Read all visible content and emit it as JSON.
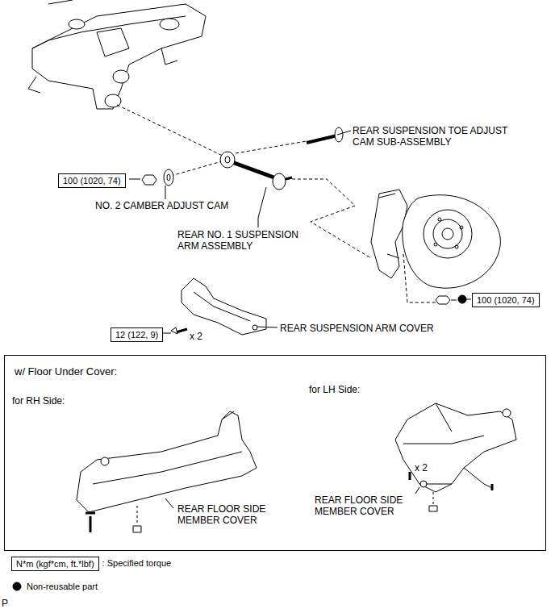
{
  "diagram": {
    "nodes": [
      {
        "text": [
          "100 (1020, 74)"
        ]
      },
      {
        "text": [
          "100 (1020, 74)"
        ]
      },
      {
        "text": [
          "12 (122, 9)"
        ]
      },
      {
        "text": [
          "w/ Floor Under Cover:"
        ]
      },
      {
        "text": [
          "N*m (kgf*cm, ft.*lbf)"
        ]
      }
    ],
    "labels": [
      "REAR SUSPENSION TOE ADJUST CAM SUB-ASSEMBLY",
      "NO. 2 CAMBER ADJUST CAM",
      "REAR NO. 1 SUSPENSION ARM ASSEMBLY",
      "x 2",
      "REAR SUSPENSION ARM COVER",
      "for RH Side:",
      "for LH Side:",
      "REAR FLOOR SIDE MEMBER COVER",
      "x 2",
      "REAR FLOOR SIDE MEMBER COVER",
      "P"
    ],
    "legend": [
      {
        "text": ": Specified torque"
      },
      {
        "text": "Non-reusable part"
      }
    ]
  }
}
